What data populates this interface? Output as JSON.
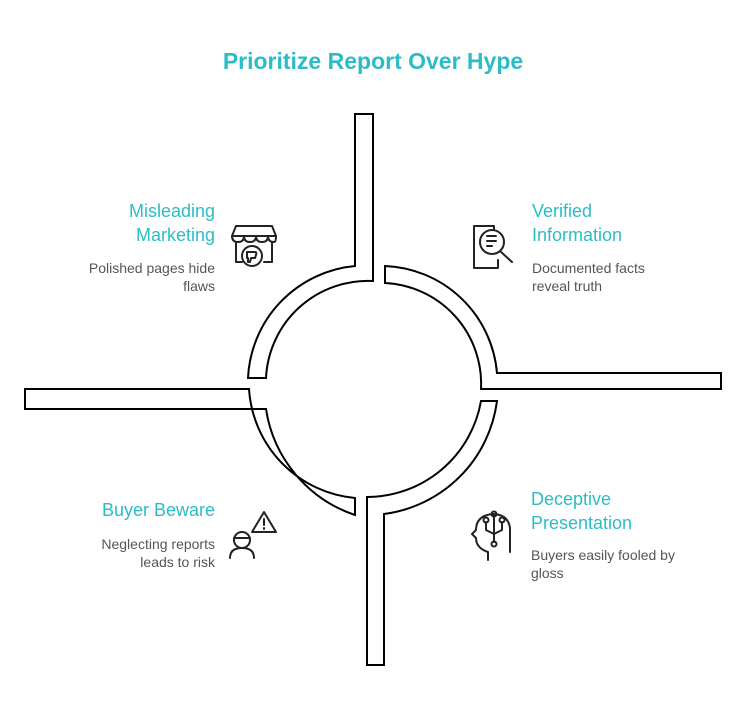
{
  "title": "Prioritize Report Over Hype",
  "quadrants": {
    "top_left": {
      "heading": "Misleading\nMarketing",
      "description": "Polished pages hide\nflaws",
      "icon": "storefront-thumbs-down-icon"
    },
    "top_right": {
      "heading": "Verified\nInformation",
      "description": "Documented facts\nreveal truth",
      "icon": "document-search-icon"
    },
    "bottom_left": {
      "heading": "Buyer Beware",
      "description": "Neglecting reports\nleads to risk",
      "icon": "person-warning-icon"
    },
    "bottom_right": {
      "heading": "Deceptive\nPresentation",
      "description": "Buyers easily fooled by\ngloss",
      "icon": "head-circuit-icon"
    }
  },
  "colors": {
    "accent": "#2cbcc6",
    "text": "#555555",
    "stroke": "#000000"
  }
}
